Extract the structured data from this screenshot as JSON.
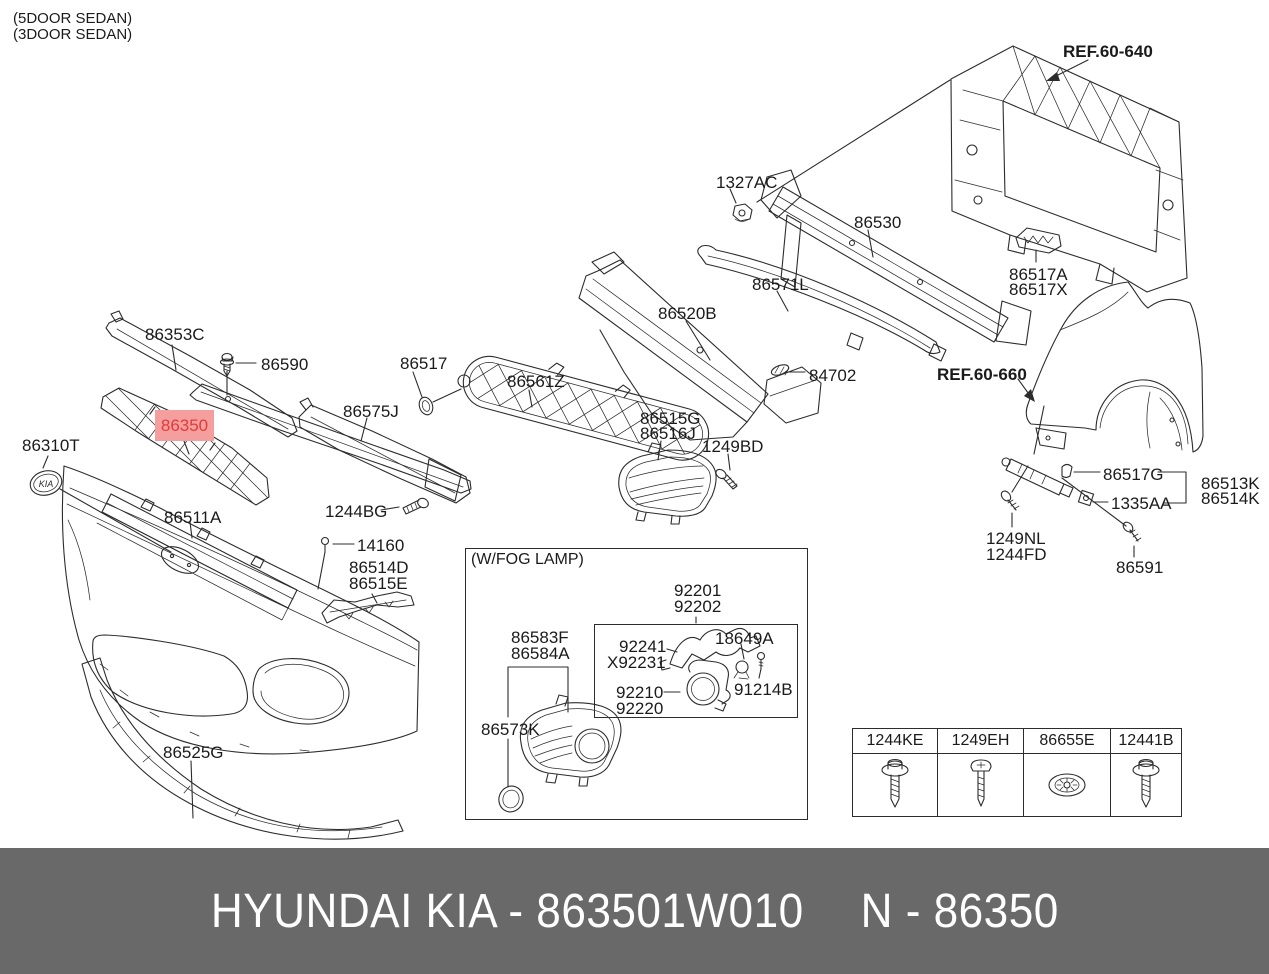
{
  "meta": {
    "variant_line1": "(5DOOR SEDAN)",
    "variant_line2": "(3DOOR SEDAN)"
  },
  "labels": {
    "p86353c": "86353C",
    "p86590": "86590",
    "p86517": "86517",
    "p86575j": "86575J",
    "p86561z": "86561Z",
    "p86520b": "86520B",
    "p86571l": "86571L",
    "p1327ac": "1327AC",
    "p86530": "86530",
    "ref640": "REF.60-640",
    "p86517a": "86517A",
    "p86517x": "86517X",
    "p84702": "84702",
    "ref660": "REF.60-660",
    "p86515g": "86515G",
    "p86516j": "86516J",
    "p1249bd": "1249BD",
    "p86310t": "86310T",
    "p86350": "86350",
    "p86511a": "86511A",
    "p1244bg": "1244BG",
    "p14160": "14160",
    "p86514d": "86514D",
    "p86515e": "86515E",
    "p86525g": "86525G",
    "p86517g": "86517G",
    "p86513k": "86513K",
    "p86514k": "86514K",
    "p1335aa": "1335AA",
    "p1249nl": "1249NL",
    "p1244fd": "1244FD",
    "p86591": "86591",
    "fogTitle": "(W/FOG LAMP)",
    "p92201": "92201",
    "p92202": "92202",
    "p92241": "92241",
    "px92231": "X92231",
    "p18649a": "18649A",
    "p92210": "92210",
    "p92220": "92220",
    "p91214b": "91214B",
    "p86583f": "86583F",
    "p86584a": "86584A",
    "p86573k": "86573K",
    "emblem": "KIA"
  },
  "highlight": {
    "part": "86350",
    "bg_color": "#F59E9E",
    "text_color": "#E03C3C"
  },
  "fastener_table": {
    "columns": [
      {
        "part": "1244KE",
        "icon": "hex-flange-screw"
      },
      {
        "part": "1249EH",
        "icon": "pan-head-screw"
      },
      {
        "part": "86655E",
        "icon": "flange-nut"
      },
      {
        "part": "12441B",
        "icon": "hex-flange-screw"
      }
    ]
  },
  "banner": {
    "left": "HYUNDAI  KIA - 863501W010",
    "right": "N - 86350",
    "bg_color": "#696969",
    "text_color": "#FFFFFF"
  },
  "colors": {
    "line_art": "#2C2C2C",
    "label_text": "#1B1B1B",
    "background": "#FFFFFF"
  }
}
